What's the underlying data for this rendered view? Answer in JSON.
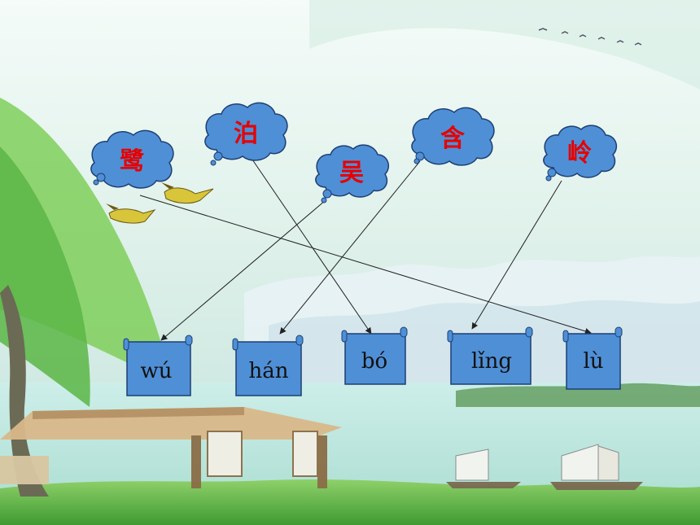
{
  "colors": {
    "cloud_fill": "#4f8fd6",
    "cloud_stroke": "#1d3f73",
    "scroll_fill": "#4f8fd6",
    "char_color": "#e60000",
    "pinyin_color": "#111111",
    "line_color": "#222222"
  },
  "characters": [
    {
      "id": "lu",
      "char": "鹭"
    },
    {
      "id": "bo",
      "char": "泊"
    },
    {
      "id": "wu",
      "char": "吴"
    },
    {
      "id": "han",
      "char": "含"
    },
    {
      "id": "ling",
      "char": "岭"
    }
  ],
  "pinyin": [
    {
      "id": "wu",
      "text": "wú"
    },
    {
      "id": "han",
      "text": "hán"
    },
    {
      "id": "bo",
      "text": "bó"
    },
    {
      "id": "ling",
      "text": "lǐng"
    },
    {
      "id": "lu",
      "text": "lù"
    }
  ],
  "matches": [
    {
      "from": "lu",
      "to": "lu"
    },
    {
      "from": "bo",
      "to": "bo"
    },
    {
      "from": "wu",
      "to": "wu"
    },
    {
      "from": "han",
      "to": "han"
    },
    {
      "from": "ling",
      "to": "ling"
    }
  ]
}
